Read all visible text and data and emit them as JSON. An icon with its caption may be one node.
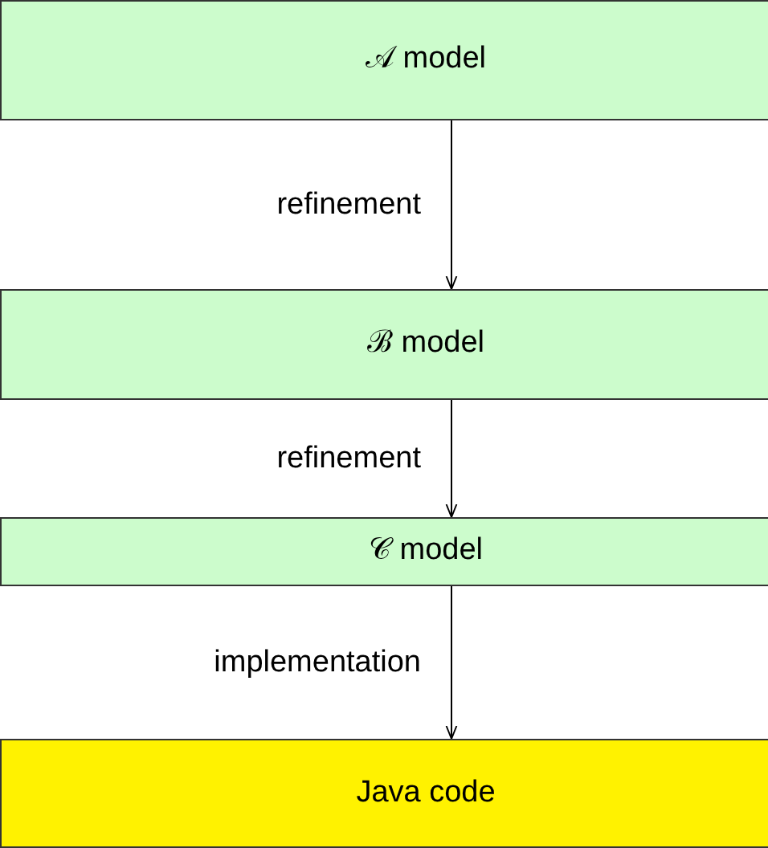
{
  "diagram": {
    "nodes": [
      {
        "text": [
          "𝒜 model"
        ]
      },
      {
        "text": [
          "ℬ model"
        ]
      },
      {
        "text": [
          "𝒞 model"
        ]
      },
      {
        "text": [
          "Java code"
        ]
      }
    ],
    "edges": [
      {
        "from": 0,
        "to": 1,
        "arrow": "to",
        "label": "refinement"
      },
      {
        "from": 1,
        "to": 2,
        "arrow": "to",
        "label": "refinement"
      },
      {
        "from": 2,
        "to": 3,
        "arrow": "to",
        "label": "implementation"
      }
    ]
  }
}
